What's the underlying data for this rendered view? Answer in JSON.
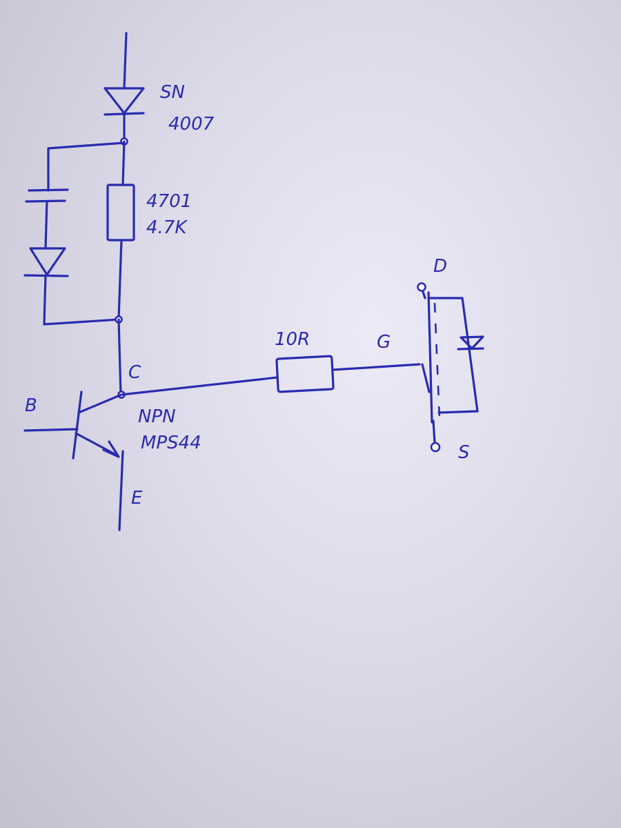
{
  "labels": {
    "diode_top_name": "SN",
    "diode_top_value": "4007",
    "resistor_code": "4701",
    "resistor_value": "4.7K",
    "gate_resistor": "10R",
    "collector": "C",
    "base": "B",
    "emitter": "E",
    "transistor_type": "NPN",
    "transistor_part": "MPS44",
    "gate": "G",
    "drain": "D",
    "source": "S"
  },
  "colors": {
    "ink": "#2a2bb0",
    "paper": "#dcdae8"
  }
}
